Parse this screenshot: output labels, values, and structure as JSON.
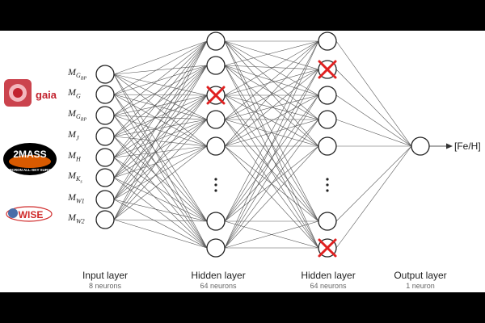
{
  "inputs": [
    {
      "base": "M",
      "sub": "G",
      "subsub": "BP"
    },
    {
      "base": "M",
      "sub": "G",
      "subsub": ""
    },
    {
      "base": "M",
      "sub": "G",
      "subsub": "RP"
    },
    {
      "base": "M",
      "sub": "J",
      "subsub": ""
    },
    {
      "base": "M",
      "sub": "H",
      "subsub": ""
    },
    {
      "base": "M",
      "sub": "K",
      "subsub": "s"
    },
    {
      "base": "M",
      "sub": "W1",
      "subsub": ""
    },
    {
      "base": "M",
      "sub": "W2",
      "subsub": ""
    }
  ],
  "output_label": "[Fe/H]",
  "layers": [
    {
      "title": "Input layer",
      "subtitle": "8 neurons"
    },
    {
      "title": "Hidden layer",
      "subtitle": "64 neurons"
    },
    {
      "title": "Hidden layer",
      "subtitle": "64 neurons"
    },
    {
      "title": "Output layer",
      "subtitle": "1 neuron"
    }
  ],
  "logos": {
    "gaia": "gaia",
    "twomass": "2MASS",
    "twomass_sub": "2 MICRON ALL-SKY SURVEY",
    "wise": "WISE"
  },
  "colors": {
    "dropout_cross": "#e02020",
    "gaia_red": "#c2222e",
    "wise_red": "#d02a2a"
  }
}
